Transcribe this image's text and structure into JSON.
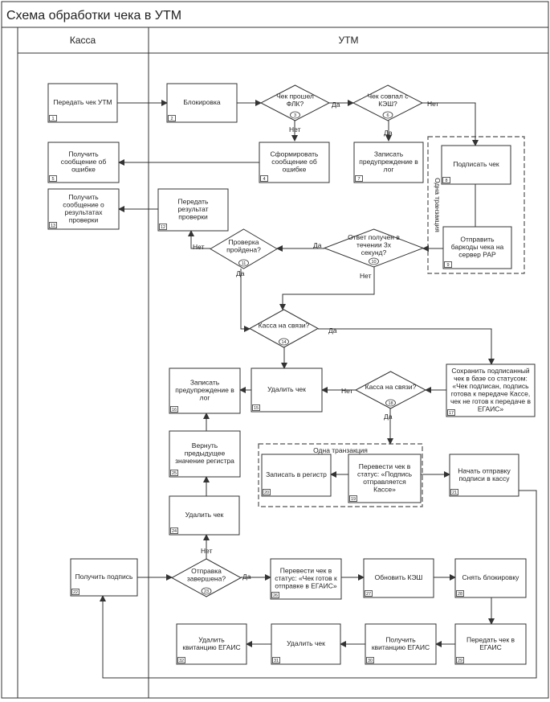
{
  "title": "Схема обработки чека в УТМ",
  "lanes": {
    "left": "Касса",
    "right": "УТМ"
  },
  "groups": {
    "sign": "Одна транзакция",
    "bottom": "Одна транзакция"
  },
  "nodes": {
    "n1": {
      "lines": [
        "Передать чек УТМ"
      ],
      "num": "1"
    },
    "n2": {
      "lines": [
        "Блокировка"
      ],
      "num": "2"
    },
    "n3": {
      "lines": [
        "Чек прошел",
        "ФЛК?"
      ],
      "num": "3"
    },
    "n4": {
      "lines": [
        "Сформировать",
        "сообщение об",
        "ошибке"
      ],
      "num": "4"
    },
    "n5": {
      "lines": [
        "Получить",
        "сообщение об",
        "ошибке"
      ],
      "num": "5"
    },
    "n6": {
      "lines": [
        "Чек совпал с",
        "КЭШ?"
      ],
      "num": "6"
    },
    "n7": {
      "lines": [
        "Записать",
        "предупреждение в",
        "лог"
      ],
      "num": "7"
    },
    "n8": {
      "lines": [
        "Подписать чек"
      ],
      "num": "8"
    },
    "n9": {
      "lines": [
        "Отправить",
        "баркоды чека на",
        "сервер РАР"
      ],
      "num": "9"
    },
    "n10": {
      "lines": [
        "Ответ получен в",
        "течении 3х",
        "секунд?"
      ],
      "num": "10"
    },
    "n11": {
      "lines": [
        "Проверка",
        "пройдена?"
      ],
      "num": "11"
    },
    "n12": {
      "lines": [
        "Передать",
        "результат",
        "проверки"
      ],
      "num": "12"
    },
    "n13": {
      "lines": [
        "Получить",
        "сообщение о",
        "результатах",
        "проверки"
      ],
      "num": "13"
    },
    "n14": {
      "lines": [
        "Касса на связи?"
      ],
      "num": "14"
    },
    "n15": {
      "lines": [
        "Удалить чек"
      ],
      "num": "15"
    },
    "n16": {
      "lines": [
        "Записать",
        "предупреждение в",
        "лог"
      ],
      "num": "16"
    },
    "n17": {
      "lines": [
        "Сохранить подписанный",
        "чек в базе со статусом:",
        "«Чек подписан, подпись",
        "готова к передаче Кассе,",
        "чек не готов к передаче в",
        "ЕГАИС»"
      ],
      "num": "17"
    },
    "n18": {
      "lines": [
        "Касса на связи?"
      ],
      "num": "18"
    },
    "n19": {
      "lines": [
        "Перевести чек в",
        "статус: «Подпись",
        "отправляется",
        "Кассе»"
      ],
      "num": "19"
    },
    "n20": {
      "lines": [
        "Записать в регистр"
      ],
      "num": "20"
    },
    "n21": {
      "lines": [
        "Начать отправку",
        "подписи в кассу"
      ],
      "num": "21"
    },
    "n22": {
      "lines": [
        "Получить подпись"
      ],
      "num": "22"
    },
    "n23": {
      "lines": [
        "Отправка",
        "завершена?"
      ],
      "num": "23"
    },
    "n24": {
      "lines": [
        "Удалить чек"
      ],
      "num": "24"
    },
    "n25": {
      "lines": [
        "Вернуть",
        "предыдущее",
        "значение регистра"
      ],
      "num": "25"
    },
    "n26": {
      "lines": [
        "Перевести чек в",
        "статус: «Чек готов к",
        "отправке в ЕГАИС»"
      ],
      "num": "26"
    },
    "n27": {
      "lines": [
        "Обновить КЭШ"
      ],
      "num": "27"
    },
    "n28": {
      "lines": [
        "Снять блокировку"
      ],
      "num": "28"
    },
    "n29": {
      "lines": [
        "Передать чек в",
        "ЕГАИС"
      ],
      "num": "29"
    },
    "n30": {
      "lines": [
        "Получить",
        "квитанцию ЕГАИС"
      ],
      "num": "30"
    },
    "n31": {
      "lines": [
        "Удалить чек"
      ],
      "num": "31"
    },
    "n32": {
      "lines": [
        "Удалить",
        "квитанцию ЕГАИС"
      ],
      "num": "32"
    }
  },
  "edges": [
    {
      "from": "n3",
      "label": "Да"
    },
    {
      "from": "n3",
      "label": "Нет"
    },
    {
      "from": "n6",
      "label": "Нет"
    },
    {
      "from": "n6",
      "label": "Да"
    },
    {
      "from": "n10",
      "label": "Да"
    },
    {
      "from": "n10",
      "label": "Нет"
    },
    {
      "from": "n11",
      "label": "Нет"
    },
    {
      "from": "n11",
      "label": "Да"
    },
    {
      "from": "n14",
      "label": "Да"
    },
    {
      "from": "n18",
      "label": "Нет"
    },
    {
      "from": "n18",
      "label": "Да"
    },
    {
      "from": "n23",
      "label": "Да"
    },
    {
      "from": "n23",
      "label": "Нет"
    }
  ]
}
